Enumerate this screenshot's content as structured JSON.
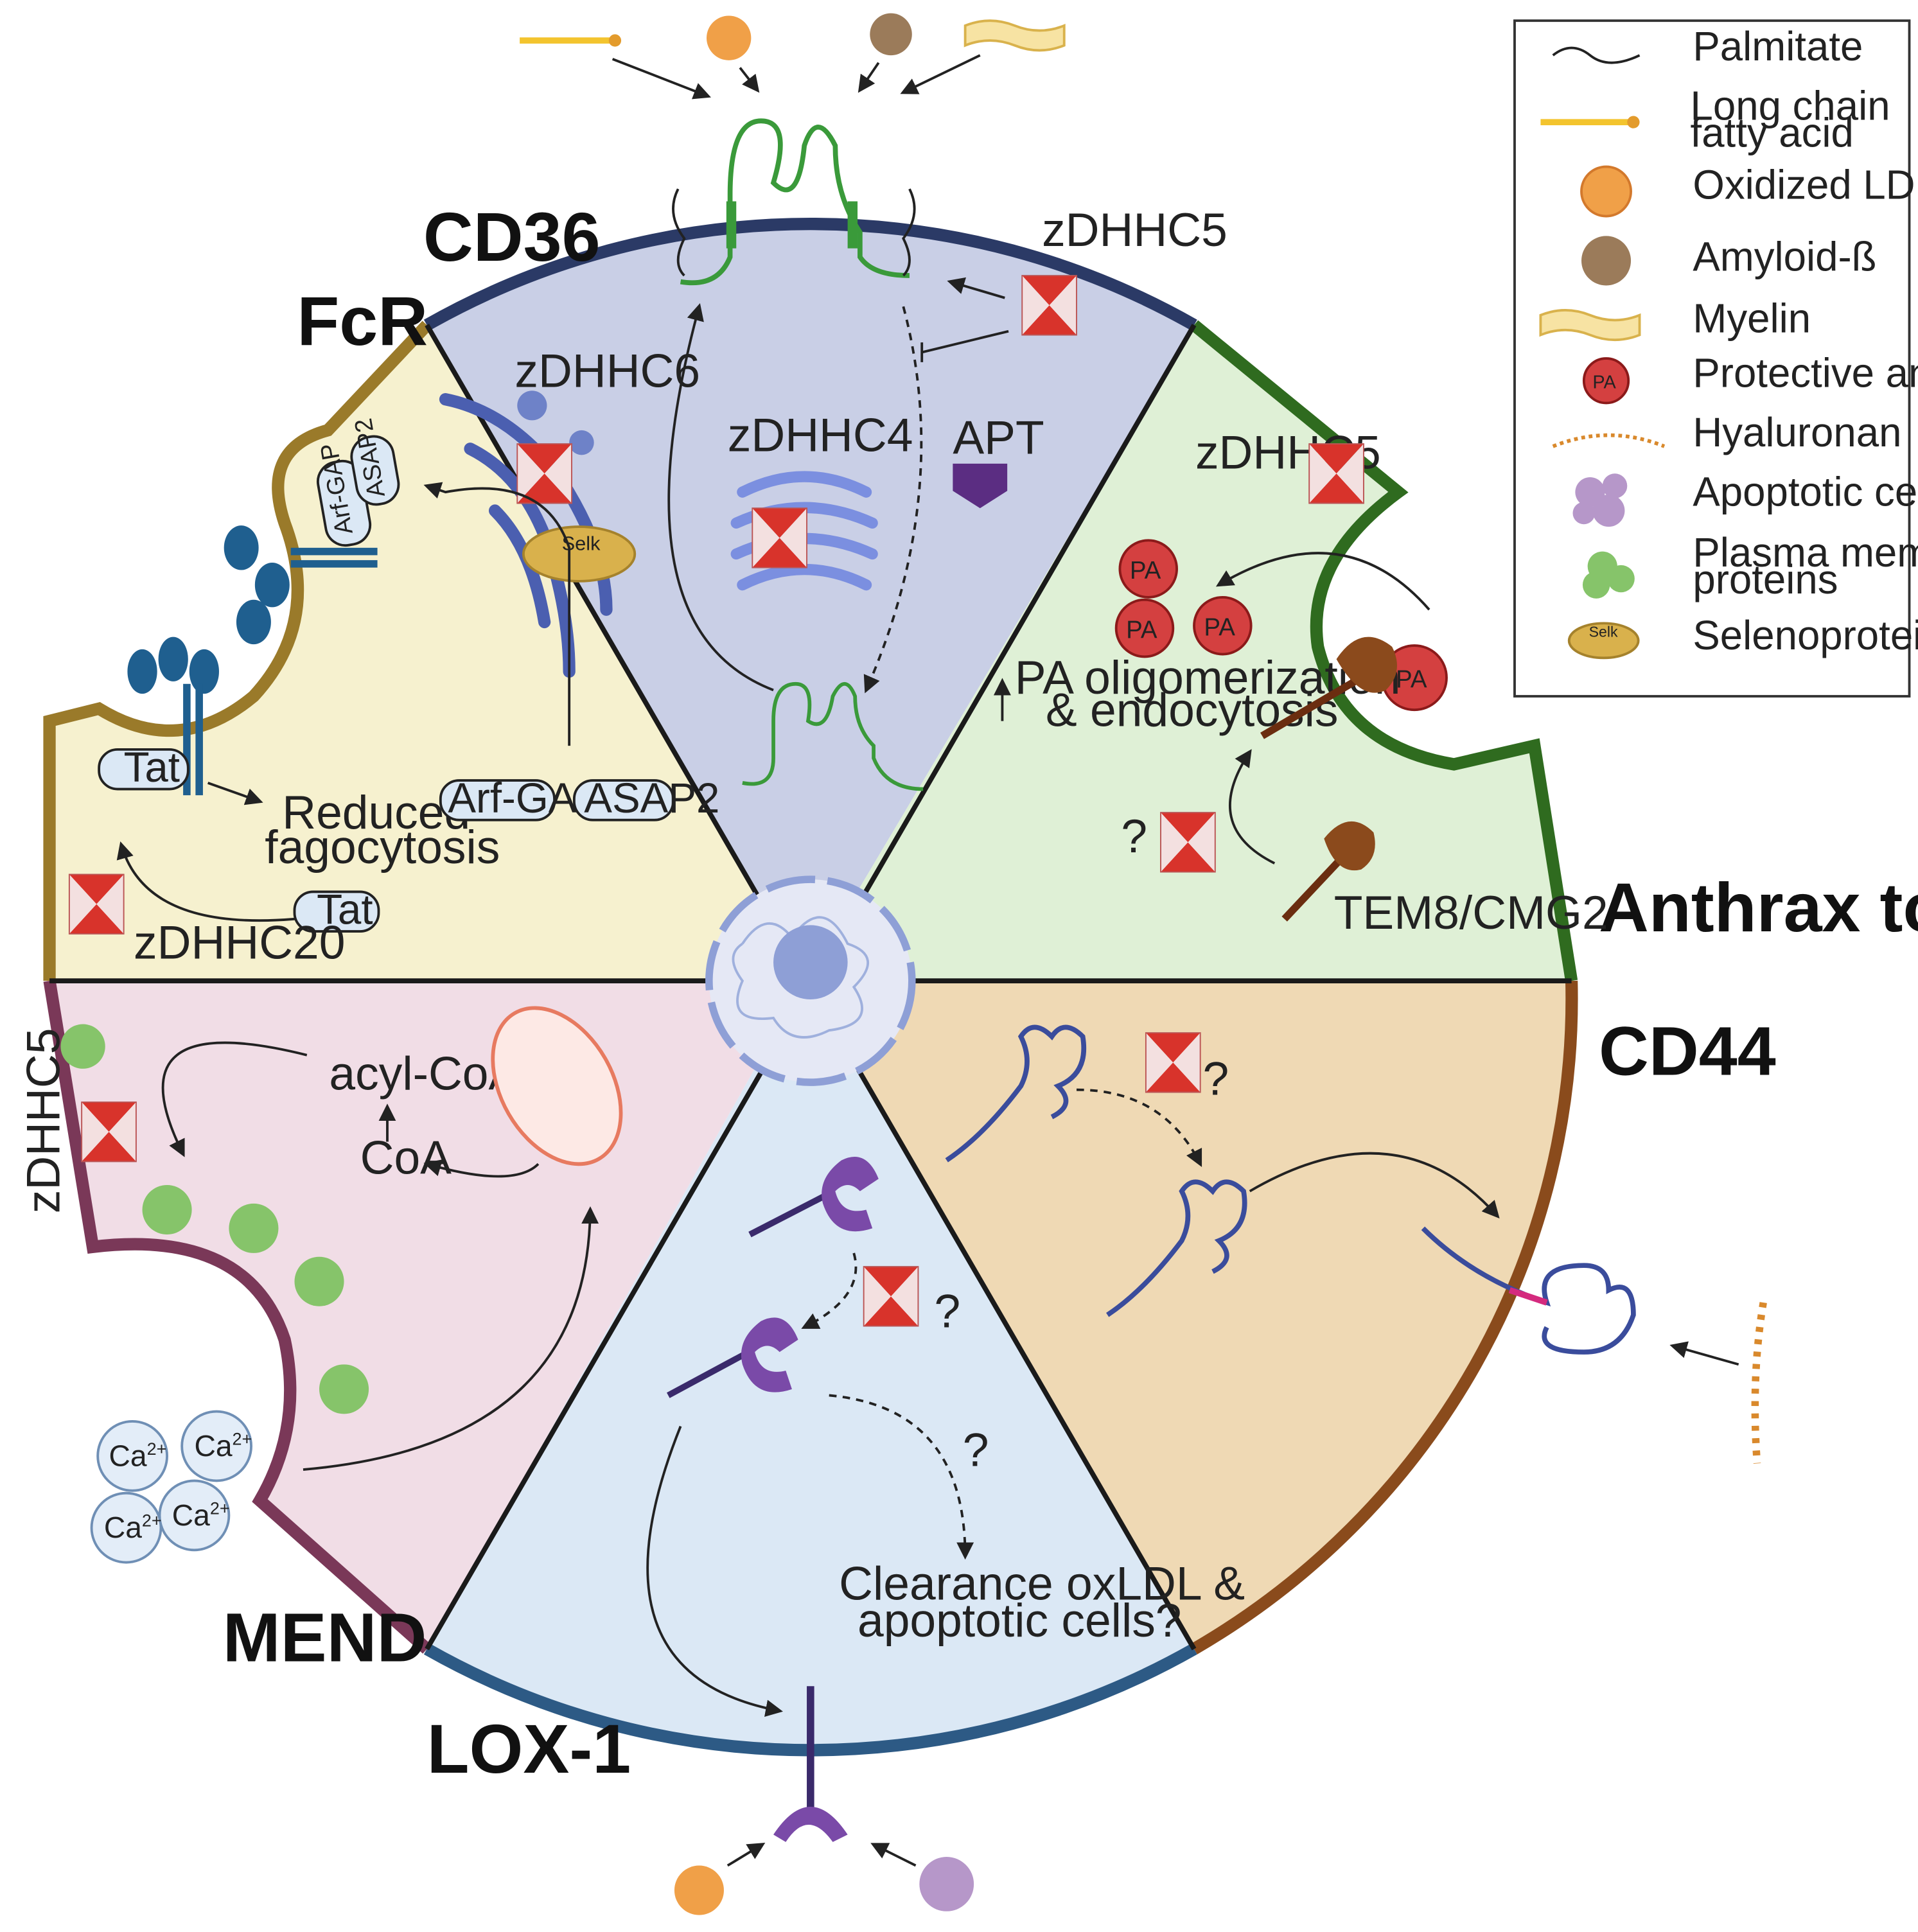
{
  "sections": {
    "cd36": {
      "title": "CD36",
      "zdhhc5": "zDHHC5",
      "zdhhc6": "zDHHC6",
      "zdhhc4": "zDHHC4",
      "apt": "APT",
      "selk": "Selk"
    },
    "fcr": {
      "title": "FcR",
      "arf_gap": "Arf-GAP",
      "asap2": "ASAP2",
      "tat": "Tat",
      "reduced": [
        "Reduced",
        "fagocytosis"
      ],
      "zdhhc20": "zDHHC20"
    },
    "anthrax": {
      "title": "Anthrax toxin",
      "zdhhc5": "zDHHC5",
      "pa": "PA",
      "oligo": [
        "PA oligomerization",
        "& endocytosis"
      ],
      "question": "?",
      "receptor": "TEM8/CMG2"
    },
    "cd44": {
      "title": "CD44",
      "question": "?"
    },
    "lox1": {
      "title": "LOX-1",
      "question": "?",
      "clearance": [
        "Clearance oxLDL &",
        "apoptotic cells?"
      ]
    },
    "mend": {
      "title": "MEND",
      "zdhhc5": "zDHHC5",
      "acyl_coa": "acyl-CoA",
      "coa": "CoA",
      "ca": "Ca",
      "ca_sup": "2+"
    }
  },
  "legend": {
    "items": [
      {
        "label": [
          "Palmitate"
        ],
        "icon": "palmitate-icon"
      },
      {
        "label": [
          "Long chain",
          "fatty acid"
        ],
        "icon": "fatty-acid-icon"
      },
      {
        "label": [
          "Oxidized LDL"
        ],
        "icon": "oxldl-icon"
      },
      {
        "label": [
          "Amyloid-ß"
        ],
        "icon": "amyloid-icon"
      },
      {
        "label": [
          "Myelin"
        ],
        "icon": "myelin-icon"
      },
      {
        "label": [
          "Protective antigen"
        ],
        "icon": "pa-icon"
      },
      {
        "label": [
          "Hyaluronan"
        ],
        "icon": "hyaluronan-icon"
      },
      {
        "label": [
          "Apoptotic cells"
        ],
        "icon": "apoptotic-icon"
      },
      {
        "label": [
          "Plasma membrane",
          "proteins"
        ],
        "icon": "pm-protein-icon"
      },
      {
        "label": [
          "Selenoprotein K"
        ],
        "icon": "selk-icon"
      }
    ],
    "pa_text": "PA",
    "selk_text": "Selk"
  },
  "colors": {
    "cd36_fill": "#c9cfe6",
    "cd36_border": "#2b3a66",
    "fcr_fill": "#f6f1cf",
    "fcr_border": "#9a7a2a",
    "anthrax_fill": "#dff0d6",
    "anthrax_border": "#2f6b1f",
    "cd44_fill": "#efd9b4",
    "cd44_border": "#8a4b1c",
    "lox_fill": "#dbe8f5",
    "lox_border": "#2d5a85",
    "mend_fill": "#f1dde6",
    "mend_border": "#7a3858",
    "zdhhc_red": "#d8332b",
    "pa_red": "#d44040",
    "green": "#45a947",
    "purple": "#5b2d82"
  }
}
